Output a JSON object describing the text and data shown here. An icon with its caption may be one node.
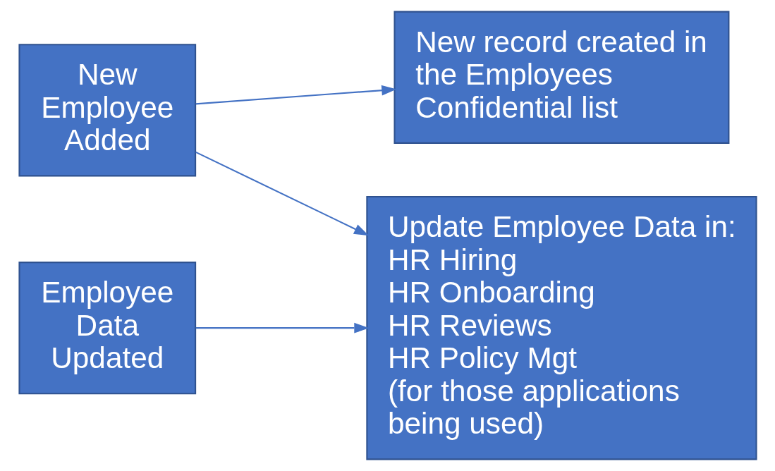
{
  "diagram": {
    "nodes": [
      {
        "text": [
          "New Employee Added"
        ]
      },
      {
        "text": [
          "New record created in the Employees Confidential list"
        ]
      },
      {
        "text": [
          "Update Employee Data in:",
          "HR Hiring",
          "HR Onboarding",
          "HR Reviews",
          "HR Policy Mgt",
          "(for those applications being used)"
        ]
      },
      {
        "text": [
          "Employee Data Updated"
        ]
      }
    ],
    "edges": [
      {
        "from": 0,
        "to": 1,
        "arrow": "to"
      },
      {
        "from": 0,
        "to": 2,
        "arrow": "to"
      },
      {
        "from": 3,
        "to": 2,
        "arrow": "to"
      }
    ]
  }
}
